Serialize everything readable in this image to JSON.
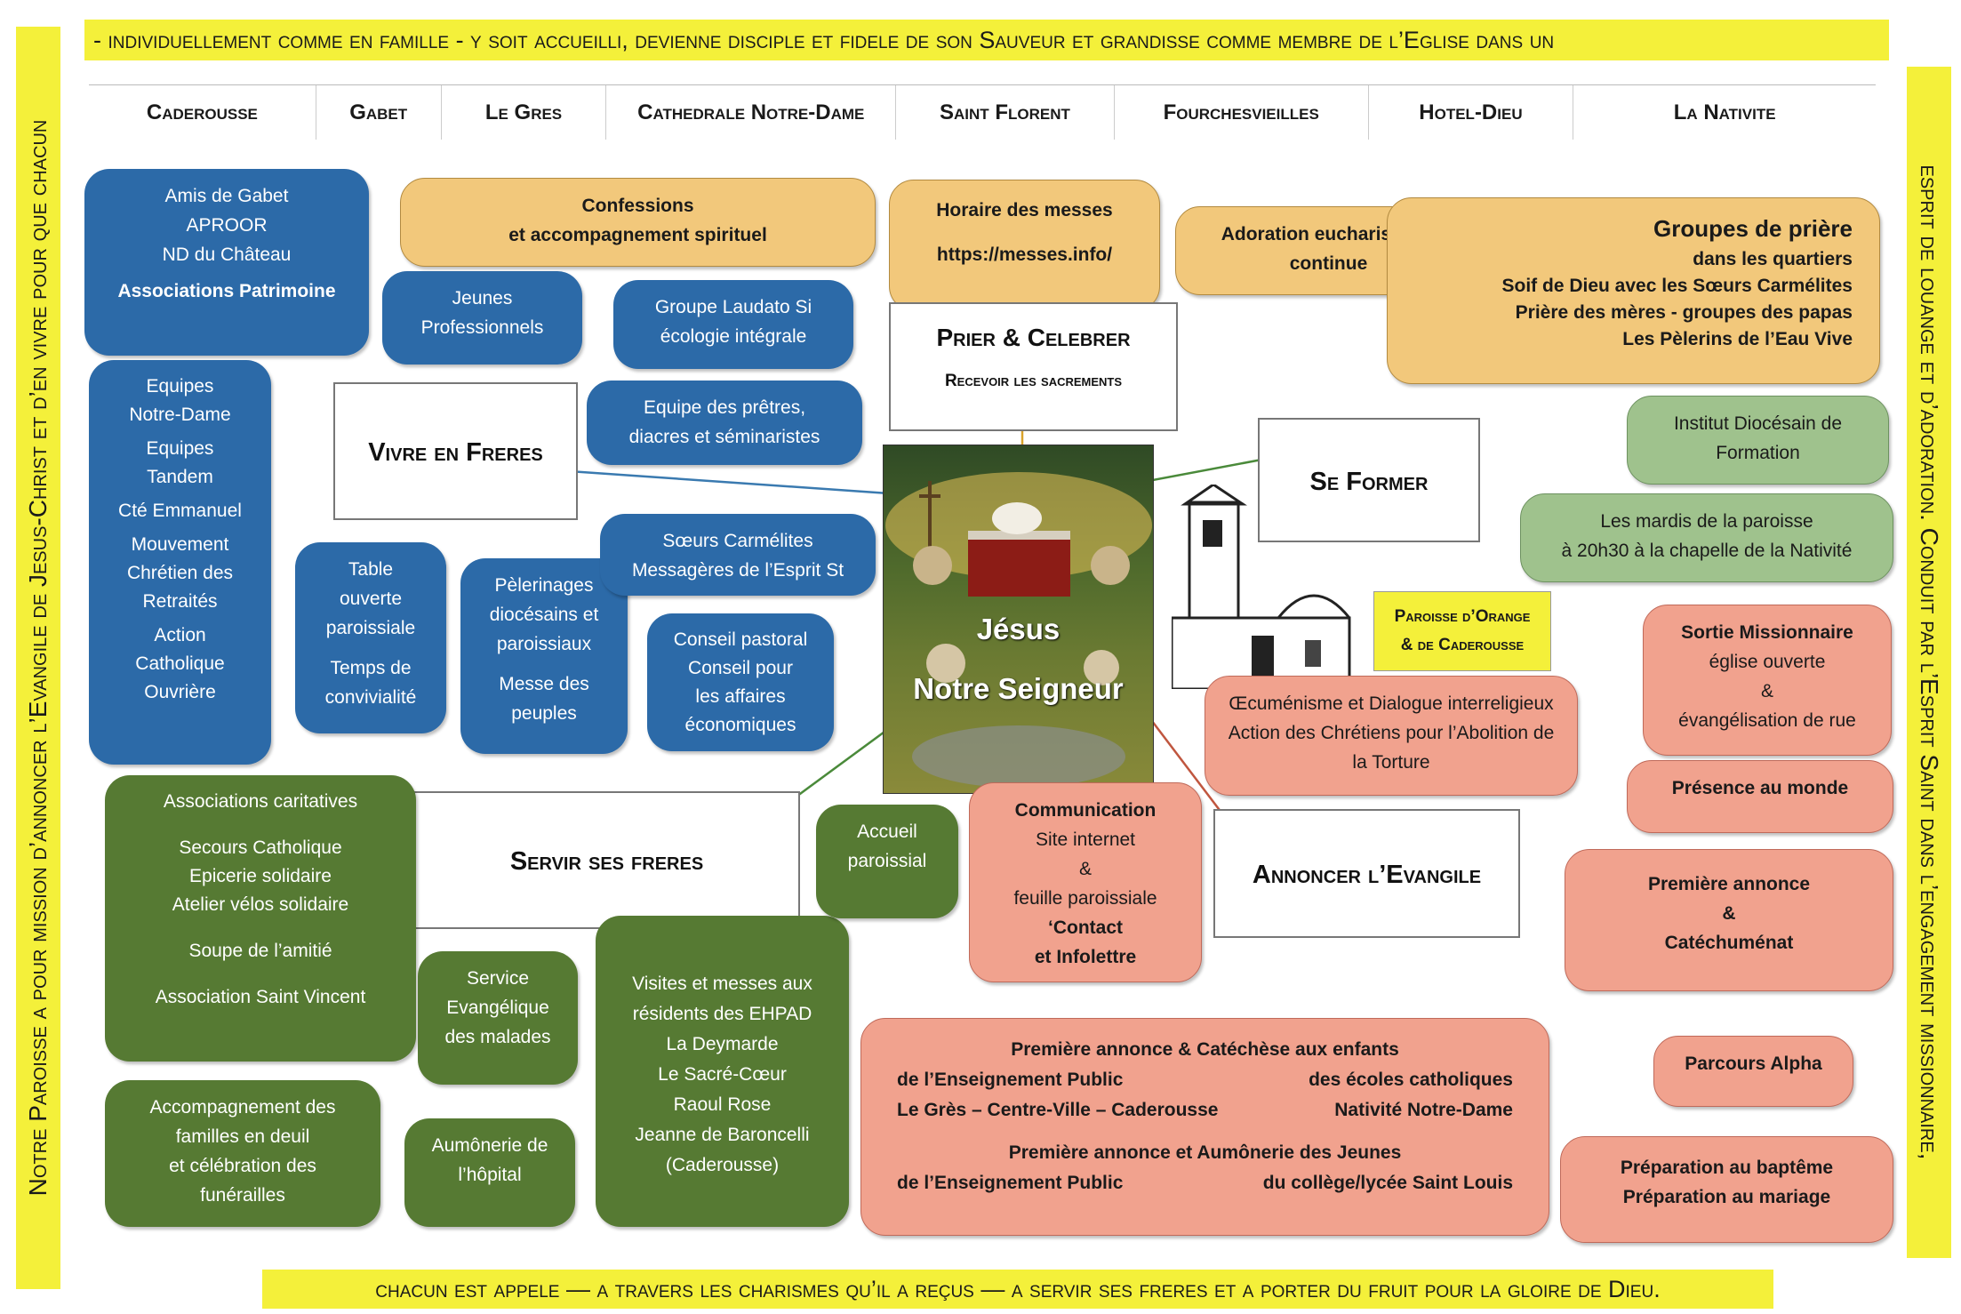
{
  "banners": {
    "top": "- individuellement comme en famille - y soit accueilli, devienne disciple et fidele de son Sauveur et grandisse comme membre de l’Eglise dans un",
    "left": "Notre Paroisse a pour mission d’annoncer l’Evangile de Jesus-Christ et d’en vivre pour que chacun",
    "right": "esprit de louange et d’adoration. Conduit par l’Esprit Saint dans l’engagement missionnaire,",
    "bottom": "chacun est appele — a travers les charismes qu’il a reçus — a servir ses freres et a porter du fruit pour la gloire de Dieu."
  },
  "parishes": [
    "Caderousse",
    "Gabet",
    "Le Gres",
    "Cathedrale Notre-Dame",
    "Saint Florent",
    "Fourchesvieilles",
    "Hotel-Dieu",
    "La Nativite"
  ],
  "center": {
    "title_line1": "Jésus",
    "title_line2": "Notre Seigneur"
  },
  "hubs": {
    "prier": {
      "title": "Prier & Celebrer",
      "subtitle": "Recevoir les sacrements"
    },
    "vivre": {
      "title": "Vivre en Freres"
    },
    "former": {
      "title": "Se Former"
    },
    "servir": {
      "title": "Servir ses freres"
    },
    "annoncer": {
      "title": "Annoncer l’Evangile"
    }
  },
  "orange_box": {
    "line1": "Paroisse d’Orange",
    "line2": "& de Caderousse"
  },
  "blue": {
    "amis": [
      "Amis de Gabet",
      "APROOR",
      "ND du Château",
      "Associations Patrimoine"
    ],
    "jeunes": [
      "Jeunes",
      "Professionnels"
    ],
    "laudato": [
      "Groupe Laudato Si",
      "écologie intégrale"
    ],
    "pretres": [
      "Equipe des prêtres,",
      "diacres et séminaristes"
    ],
    "equipes": [
      "Equipes",
      "Notre-Dame",
      "Equipes",
      "Tandem",
      "Cté Emmanuel",
      "Mouvement",
      "Chrétien des",
      "Retraités",
      "Action",
      "Catholique",
      "Ouvrière"
    ],
    "table": [
      "Table",
      "ouverte",
      "paroissiale",
      "Temps de",
      "convivialité"
    ],
    "pelerinages": [
      "Pèlerinages",
      "diocésains et",
      "paroissiaux",
      "Messe des",
      "peuples"
    ],
    "carmelites": [
      "Sœurs Carmélites",
      "Messagères de l’Esprit St"
    ],
    "conseil": [
      "Conseil pastoral",
      "Conseil pour",
      "les affaires",
      "économiques"
    ]
  },
  "gold": {
    "confessions": [
      "Confessions",
      "et accompagnement spirituel"
    ],
    "horaire": [
      "Horaire des messes",
      "https://messes.info/"
    ],
    "adoration": [
      "Adoration eucharistique",
      "continue"
    ],
    "groupes": [
      "Groupes de prière",
      "dans les quartiers",
      "Soif de Dieu avec les Sœurs Carmélites",
      "Prière des mères   - groupes des papas",
      "Les Pèlerins de l’Eau Vive"
    ]
  },
  "sage": {
    "institut": [
      "Institut Diocésain de",
      "Formation"
    ],
    "mardis": [
      "Les mardis de la paroisse",
      "à 20h30 à la chapelle de la Nativité"
    ]
  },
  "green": {
    "caritatives": [
      "Associations caritatives",
      "Secours Catholique",
      "Epicerie solidaire",
      "Atelier vélos solidaire",
      "Soupe de l’amitié",
      "Association Saint Vincent"
    ],
    "accompagnement": [
      "Accompagnement des",
      "familles en deuil",
      "et célébration des",
      "funérailles"
    ],
    "service": [
      "Service",
      "Evangélique",
      "des malades"
    ],
    "aumonerie": [
      "Aumônerie de",
      "l’hôpital"
    ],
    "visites": [
      "Visites et messes aux",
      "résidents des EHPAD",
      "La Deymarde",
      "Le Sacré-Cœur",
      "Raoul Rose",
      "Jeanne de Baroncelli",
      "(Caderousse)"
    ],
    "accueil": [
      "Accueil",
      "paroissial"
    ]
  },
  "salmon": {
    "oecumenisme": [
      "Œcuménisme et Dialogue interreligieux",
      "Action des Chrétiens pour l’Abolition de",
      "la Torture"
    ],
    "communication": [
      "Communication",
      "Site internet",
      "&",
      "feuille paroissiale",
      "‘Contact",
      "et  Infolettre"
    ],
    "sortie": [
      "Sortie Missionnaire",
      "église ouverte",
      "&",
      "évangélisation de rue"
    ],
    "presence": [
      "Présence au monde"
    ],
    "premiere": [
      "Première annonce",
      "&",
      "Catéchuménat"
    ],
    "alpha": [
      "Parcours Alpha"
    ],
    "preparation": [
      "Préparation au baptême",
      "Préparation au mariage"
    ],
    "catechese": {
      "title": "Première annonce & Catéchèse aux enfants",
      "left1": "de l’Enseignement Public",
      "left2": "Le Grès – Centre-Ville – Caderousse",
      "right1": "des écoles catholiques",
      "right2": "Nativité   Notre-Dame",
      "title2": "Première annonce et Aumônerie des Jeunes",
      "left3": "de l’Enseignement Public",
      "right3": "du collège/lycée Saint Louis"
    }
  }
}
